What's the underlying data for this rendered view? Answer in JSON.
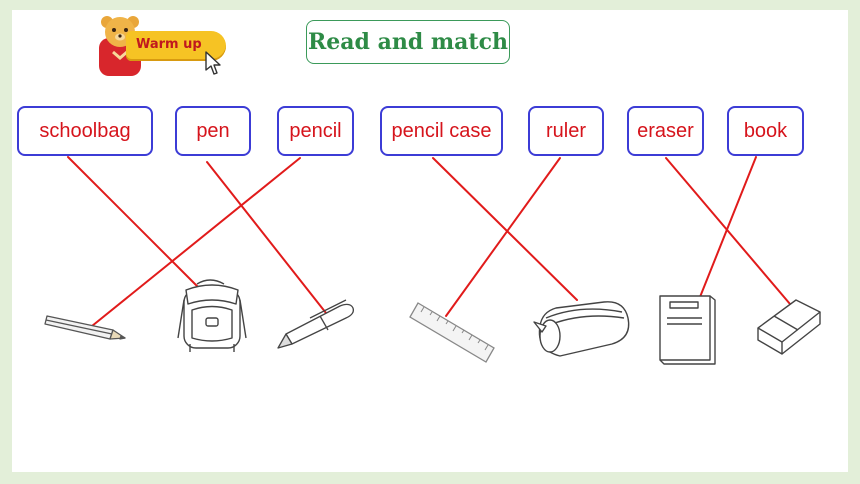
{
  "badge": {
    "label": "Warm up"
  },
  "title": "Read and match",
  "words": [
    "schoolbag",
    "pen",
    "pencil",
    "pencil case",
    "ruler",
    "eraser",
    "book"
  ],
  "colors": {
    "word_text": "#d6141c",
    "word_border": "#3c3cd6",
    "match_line": "#e11b1b",
    "title": "#2e8b46"
  },
  "icons": [
    "pencil-icon",
    "schoolbag-icon",
    "pen-icon",
    "ruler-icon",
    "pencil-case-icon",
    "book-icon",
    "eraser-icon"
  ]
}
